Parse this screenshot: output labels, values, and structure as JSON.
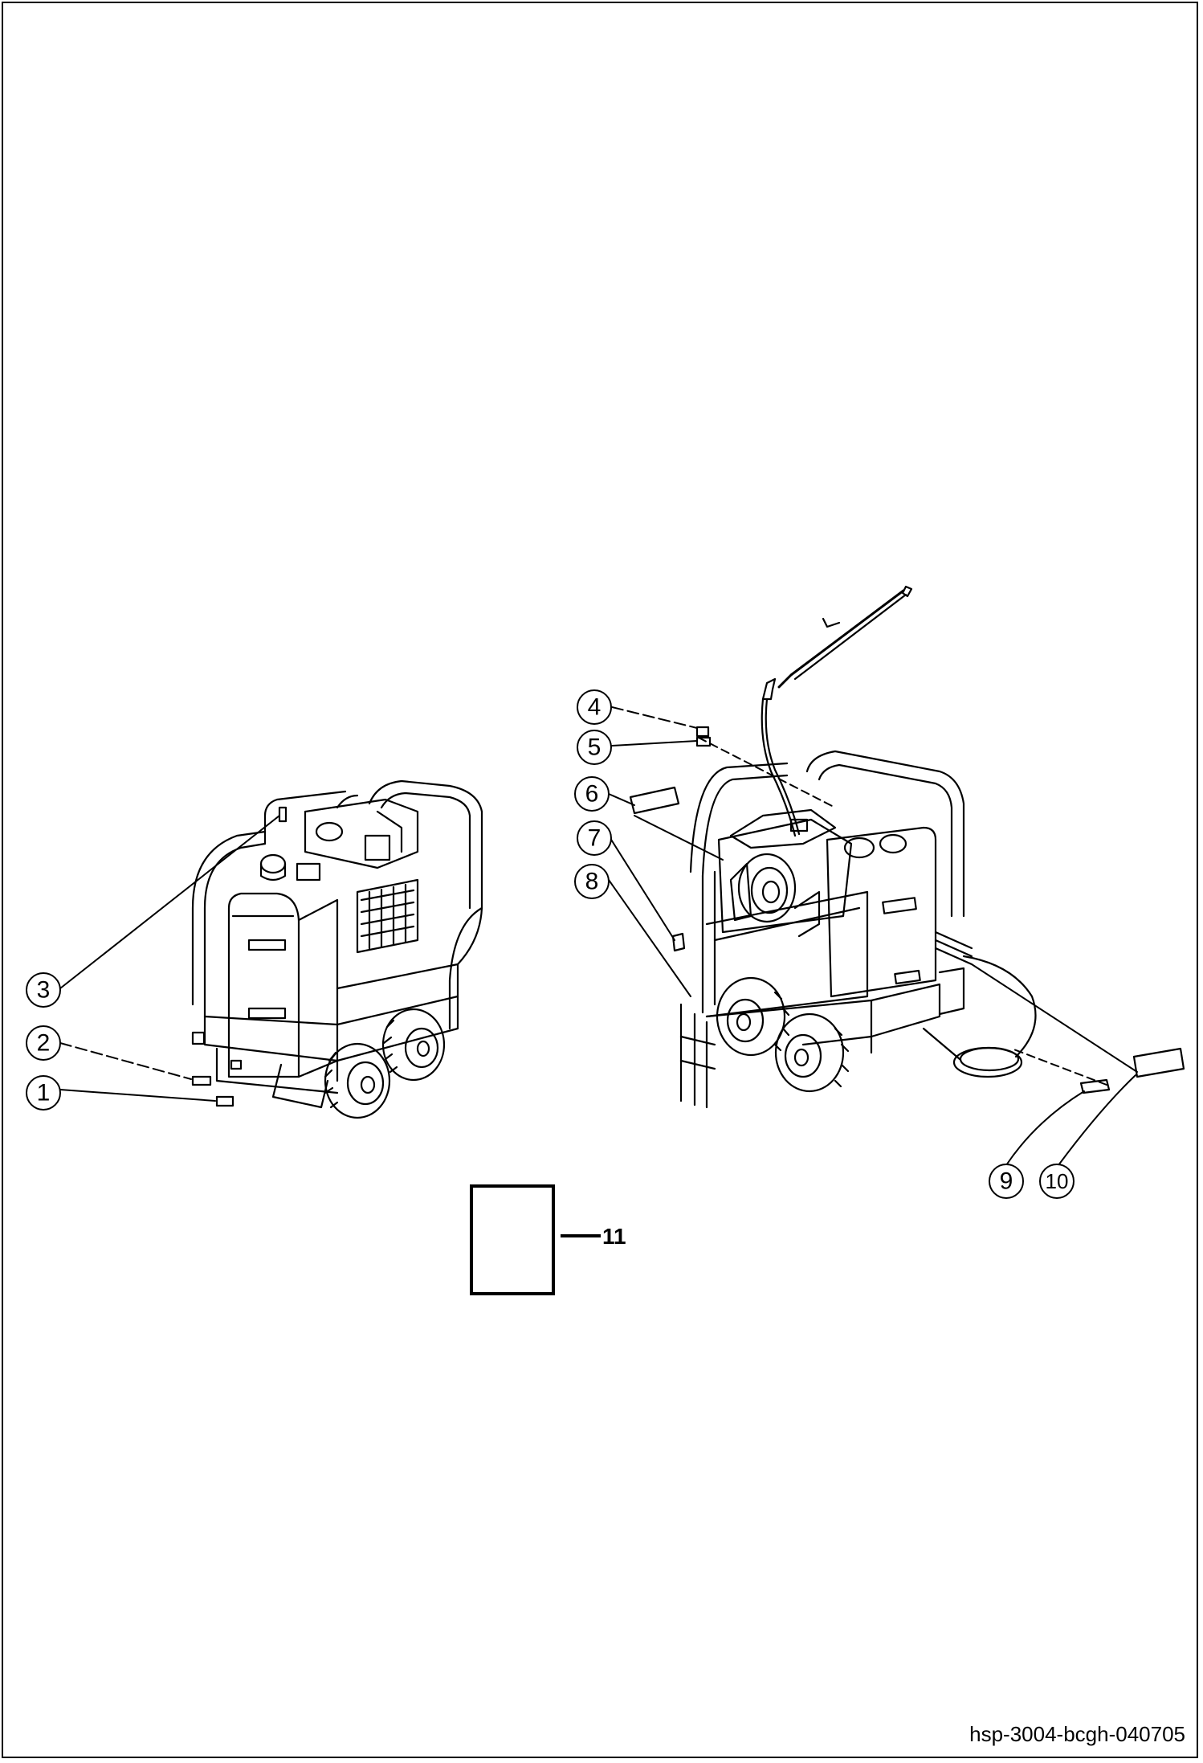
{
  "callouts": [
    {
      "id": "1",
      "label": "1"
    },
    {
      "id": "2",
      "label": "2"
    },
    {
      "id": "3",
      "label": "3"
    },
    {
      "id": "4",
      "label": "4"
    },
    {
      "id": "5",
      "label": "5"
    },
    {
      "id": "6",
      "label": "6"
    },
    {
      "id": "7",
      "label": "7"
    },
    {
      "id": "8",
      "label": "8"
    },
    {
      "id": "9",
      "label": "9"
    },
    {
      "id": "10",
      "label": "10"
    }
  ],
  "manual_reference": {
    "label": "11"
  },
  "drawing_id": "hsp-3004-bcgh-040705",
  "colors": {
    "ink": "#000000",
    "paper": "#ffffff"
  }
}
